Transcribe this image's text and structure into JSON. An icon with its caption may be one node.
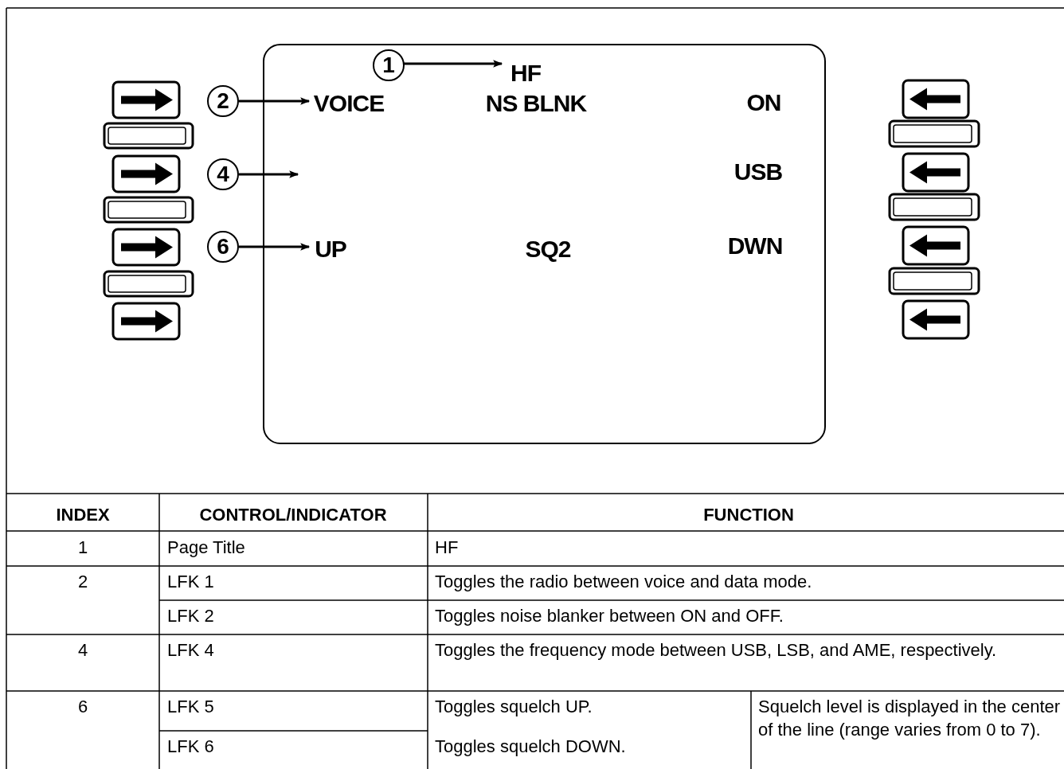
{
  "diagram": {
    "nodes": [
      {
        "text": [],
        "shape": "box"
      },
      {
        "text": [
          "HF"
        ],
        "in": 0
      },
      {
        "text": [
          "VOICE"
        ],
        "in": 0
      },
      {
        "text": [
          "NS BLNK"
        ],
        "in": 0
      },
      {
        "text": [
          "ON"
        ],
        "in": 0
      },
      {
        "text": [
          "USB"
        ],
        "in": 0
      },
      {
        "text": [
          "UP"
        ],
        "in": 0
      },
      {
        "text": [
          "SQ2"
        ],
        "in": 0
      },
      {
        "text": [
          "DWN"
        ],
        "in": 0
      },
      {
        "text": [
          "1"
        ],
        "in": 0
      },
      {
        "text": [
          "2"
        ]
      },
      {
        "text": [
          "4"
        ]
      },
      {
        "text": [
          "6"
        ]
      }
    ],
    "edges": [
      {
        "from": 9,
        "to": 1,
        "arrow": "to"
      },
      {
        "from": 10,
        "to": 2,
        "arrow": "to"
      },
      {
        "from": 11,
        "to": null,
        "arrow": "to"
      },
      {
        "from": 12,
        "to": 6,
        "arrow": "to"
      }
    ],
    "labels": [
      "INDEX",
      "CONTROL/INDICATOR",
      "FUNCTION",
      "1",
      "Page Title",
      "HF",
      "2",
      "LFK 1",
      "Toggles the radio between voice and data mode.",
      "LFK 2",
      "Toggles noise blanker between ON and OFF.",
      "4",
      "LFK 4",
      "Toggles the frequency mode between USB, LSB, and AME, respectively.",
      "6",
      "LFK 5",
      "Toggles squelch UP.",
      "Squelch level is displayed in the center of the line (range varies from 0 to 7).",
      "LFK 6",
      "Toggles squelch DOWN."
    ]
  }
}
